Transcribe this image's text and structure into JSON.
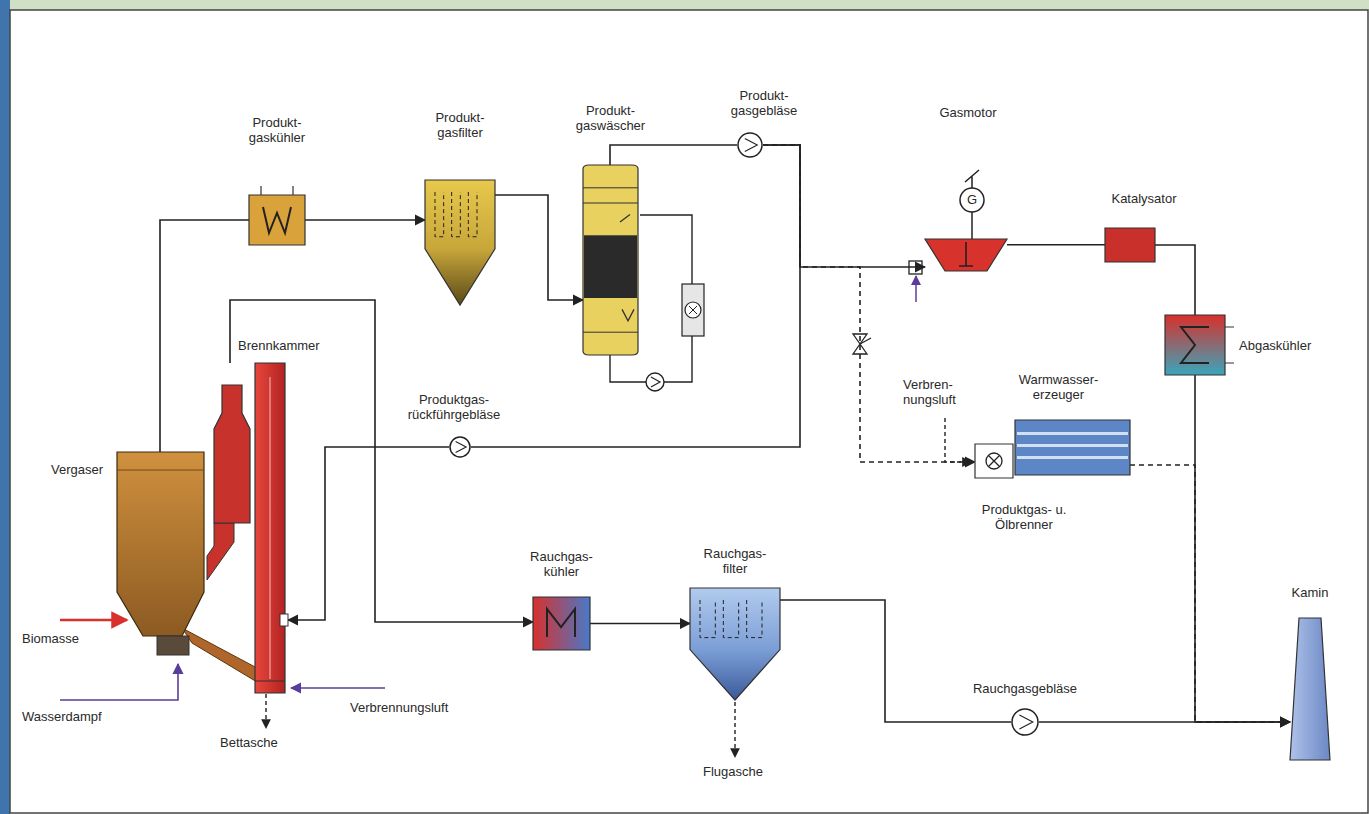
{
  "diagram": {
    "nodes": [
      {
        "text": [
          "Produkt- gaskühler"
        ]
      },
      {
        "text": [
          "Produkt- gasfilter"
        ]
      },
      {
        "text": [
          "Produkt- gaswäscher"
        ]
      },
      {
        "text": [
          "Produkt- gasgebläse"
        ]
      },
      {
        "text": [
          "Gasmotor"
        ]
      },
      {
        "text": [
          "Katalysator"
        ]
      },
      {
        "text": [
          "Brennkammer"
        ]
      },
      {
        "text": [
          "Abgaskühler"
        ]
      },
      {
        "text": [
          "Warmwasser- erzeuger"
        ]
      },
      {
        "text": [
          "Produktgas- rückführgebläse"
        ]
      },
      {
        "text": [
          "Vergaser"
        ]
      },
      {
        "text": [
          "Produktgas- u. Ölbrenner"
        ]
      },
      {
        "text": [
          "Rauchgas- kühler"
        ]
      },
      {
        "text": [
          "Rauchgas- filter"
        ]
      },
      {
        "text": [
          "Rauchgasgebläse"
        ]
      },
      {
        "text": [
          "Kamin"
        ]
      }
    ],
    "edges": [
      {
        "from": 10,
        "to": 0,
        "arrow": "none"
      },
      {
        "from": 0,
        "to": 1,
        "arrow": "to"
      },
      {
        "from": 1,
        "to": 2,
        "arrow": "to"
      },
      {
        "from": 2,
        "to": 3,
        "arrow": "none"
      },
      {
        "from": 3,
        "to": 4,
        "arrow": "to"
      },
      {
        "from": 3,
        "to": 9,
        "arrow": "none"
      },
      {
        "from": 9,
        "to": 6,
        "arrow": "to"
      },
      {
        "from": 6,
        "to": 12,
        "arrow": "to"
      },
      {
        "from": 12,
        "to": 13,
        "arrow": "to"
      },
      {
        "from": 13,
        "to": 14,
        "arrow": "none"
      },
      {
        "from": 14,
        "to": 15,
        "arrow": "to"
      },
      {
        "from": 4,
        "to": 5,
        "arrow": "none"
      },
      {
        "from": 5,
        "to": 7,
        "arrow": "none"
      },
      {
        "from": 7,
        "to": 15,
        "arrow": "to"
      },
      {
        "from": 3,
        "to": 11,
        "arrow": "to"
      },
      {
        "from": 8,
        "to": 15,
        "arrow": "to"
      }
    ],
    "labels": [
      "Biomasse",
      "Wasserdampf",
      "Bettasche",
      "Verbrennungsluft",
      "Flugasche",
      "Verbren- nungsluft",
      "G"
    ]
  }
}
